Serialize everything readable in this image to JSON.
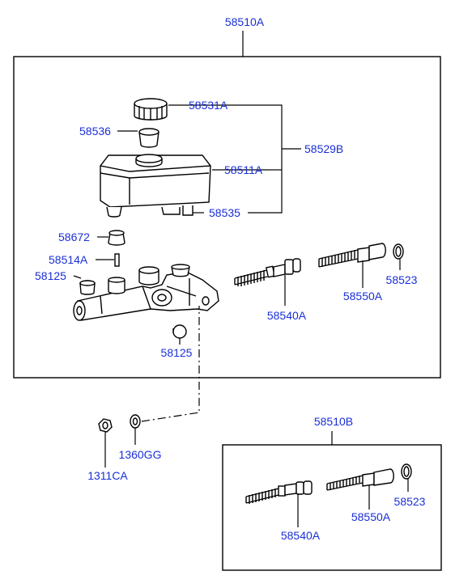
{
  "labels": {
    "assy_main": "58510A",
    "cap": "58531A",
    "strainer": "58536",
    "reservoir_kit": "58529B",
    "reservoir": "58511A",
    "grommet_part": "58535",
    "grommet": "58672",
    "pin": "58514A",
    "plug_left": "58125",
    "piston_primary": "58540A",
    "piston_secondary": "58550A",
    "snap_ring": "58523",
    "plug_bottom": "58125",
    "nut": "1311CA",
    "washer": "1360GG",
    "assy_kit": "58510B",
    "kit_piston_primary": "58540A",
    "kit_piston_secondary": "58550A",
    "kit_snap_ring": "58523"
  },
  "colors": {
    "label": "#1a2fd6",
    "line": "#000000",
    "background": "#ffffff"
  }
}
